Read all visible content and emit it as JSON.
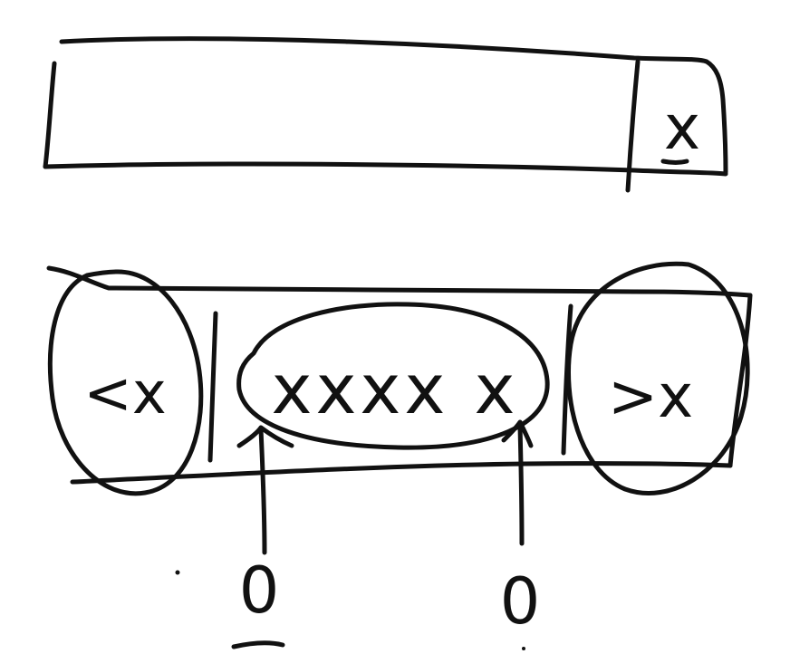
{
  "top_array": {
    "last_cell_label": "x"
  },
  "partition": {
    "left_label": "<x",
    "middle_label": "xxxx x",
    "right_label": ">x"
  },
  "pointers": {
    "left_value": "0",
    "right_value": "0"
  },
  "colors": {
    "ink": "#111111",
    "background": "#ffffff"
  }
}
